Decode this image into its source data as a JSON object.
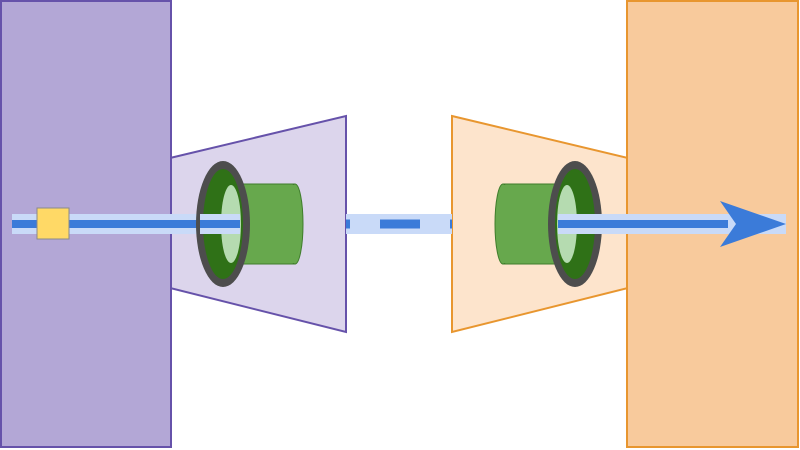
{
  "diagram": {
    "title": "",
    "nodes": [
      {
        "id": "left-block",
        "shape": "rectangle",
        "role": "source"
      },
      {
        "id": "left-funnel",
        "shape": "trapezoid-narrowing-right"
      },
      {
        "id": "left-ring",
        "shape": "ring"
      },
      {
        "id": "left-cylinder",
        "shape": "cylinder"
      },
      {
        "id": "packet",
        "shape": "square"
      },
      {
        "id": "right-funnel",
        "shape": "trapezoid-narrowing-left"
      },
      {
        "id": "right-cylinder",
        "shape": "cylinder"
      },
      {
        "id": "right-ring",
        "shape": "ring"
      },
      {
        "id": "right-block",
        "shape": "rectangle",
        "role": "destination"
      }
    ],
    "edges": [
      {
        "from": "left-block",
        "to": "left-ring",
        "style": "solid"
      },
      {
        "from": "left-funnel",
        "to": "right-funnel",
        "style": "dashed"
      },
      {
        "from": "right-ring",
        "to": "right-block",
        "style": "solid",
        "arrowhead": "end"
      }
    ]
  },
  "colors": {
    "left_block_fill": "#b3a7d6",
    "left_block_stroke": "#6652aa",
    "left_funnel_fill": "#dcd5ec",
    "right_block_fill": "#f8ca9c",
    "right_block_stroke": "#e8962f",
    "right_funnel_fill": "#fde4cc",
    "pipe_outer": "#c9daf8",
    "pipe_inner": "#3b7bd9",
    "ring_outer": "#4d4d4d",
    "ring_mid": "#2f7117",
    "ring_inner": "#b5dbb0",
    "cylinder_fill": "#67a84d",
    "cylinder_stroke": "#3f7d2c",
    "packet_fill": "#ffd966",
    "packet_stroke": "#8a8a8a"
  },
  "icons": {
    "packet": "square",
    "arrowhead": "arrow-right"
  }
}
